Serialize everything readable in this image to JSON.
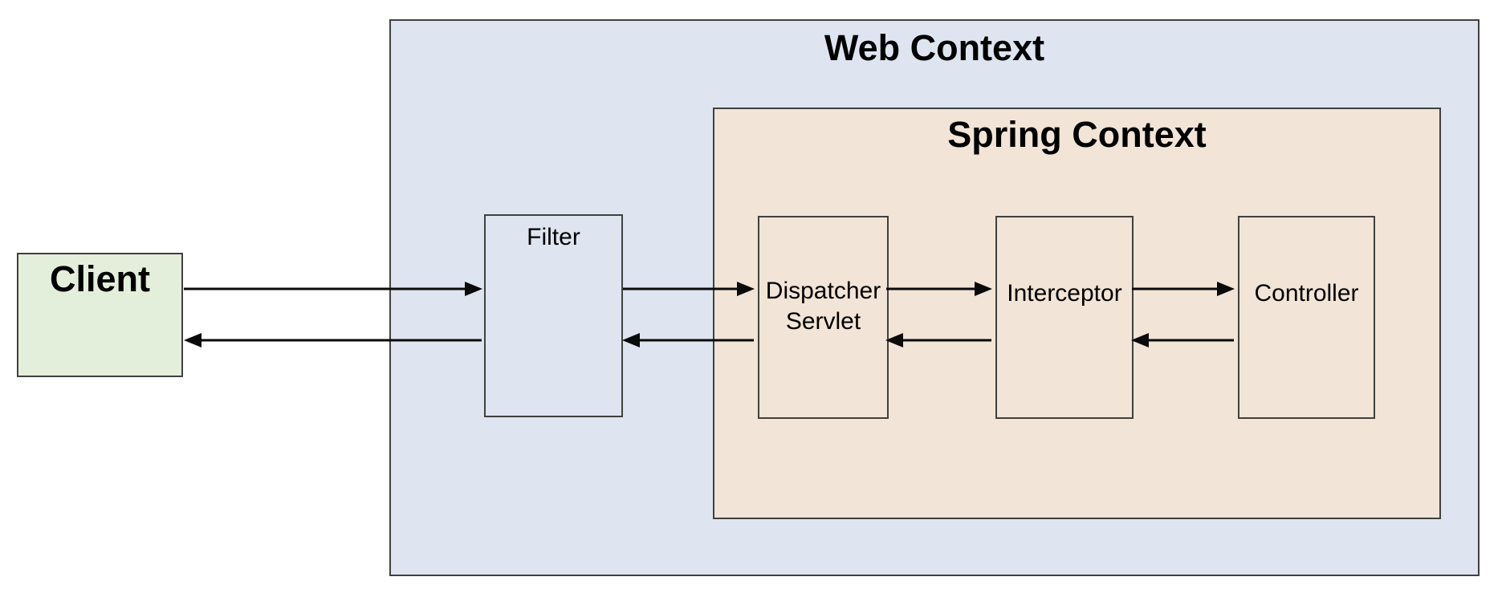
{
  "diagram": {
    "client": {
      "label": "Client"
    },
    "web_context": {
      "title": "Web Context",
      "nodes": {
        "filter": {
          "label": "Filter"
        }
      },
      "spring_context": {
        "title": "Spring Context",
        "nodes": {
          "dispatcher_servlet": {
            "label": "Dispatcher Servlet"
          },
          "interceptor": {
            "label": "Interceptor"
          },
          "controller": {
            "label": "Controller"
          }
        }
      }
    },
    "edges": [
      {
        "from": "Client",
        "to": "Filter",
        "type": "request"
      },
      {
        "from": "Filter",
        "to": "Dispatcher Servlet",
        "type": "request"
      },
      {
        "from": "Dispatcher Servlet",
        "to": "Interceptor",
        "type": "request"
      },
      {
        "from": "Interceptor",
        "to": "Controller",
        "type": "request"
      },
      {
        "from": "Controller",
        "to": "Interceptor",
        "type": "response"
      },
      {
        "from": "Interceptor",
        "to": "Dispatcher Servlet",
        "type": "response"
      },
      {
        "from": "Dispatcher Servlet",
        "to": "Filter",
        "type": "response"
      },
      {
        "from": "Filter",
        "to": "Client",
        "type": "response"
      }
    ],
    "colors": {
      "client_fill": "#e3efda",
      "web_context_fill": "#dee5f1",
      "spring_context_fill": "#f2e4d6",
      "box_border": "#404040",
      "arrow": "#0a0a0a",
      "text": "#000000",
      "background": "#ffffff"
    }
  }
}
